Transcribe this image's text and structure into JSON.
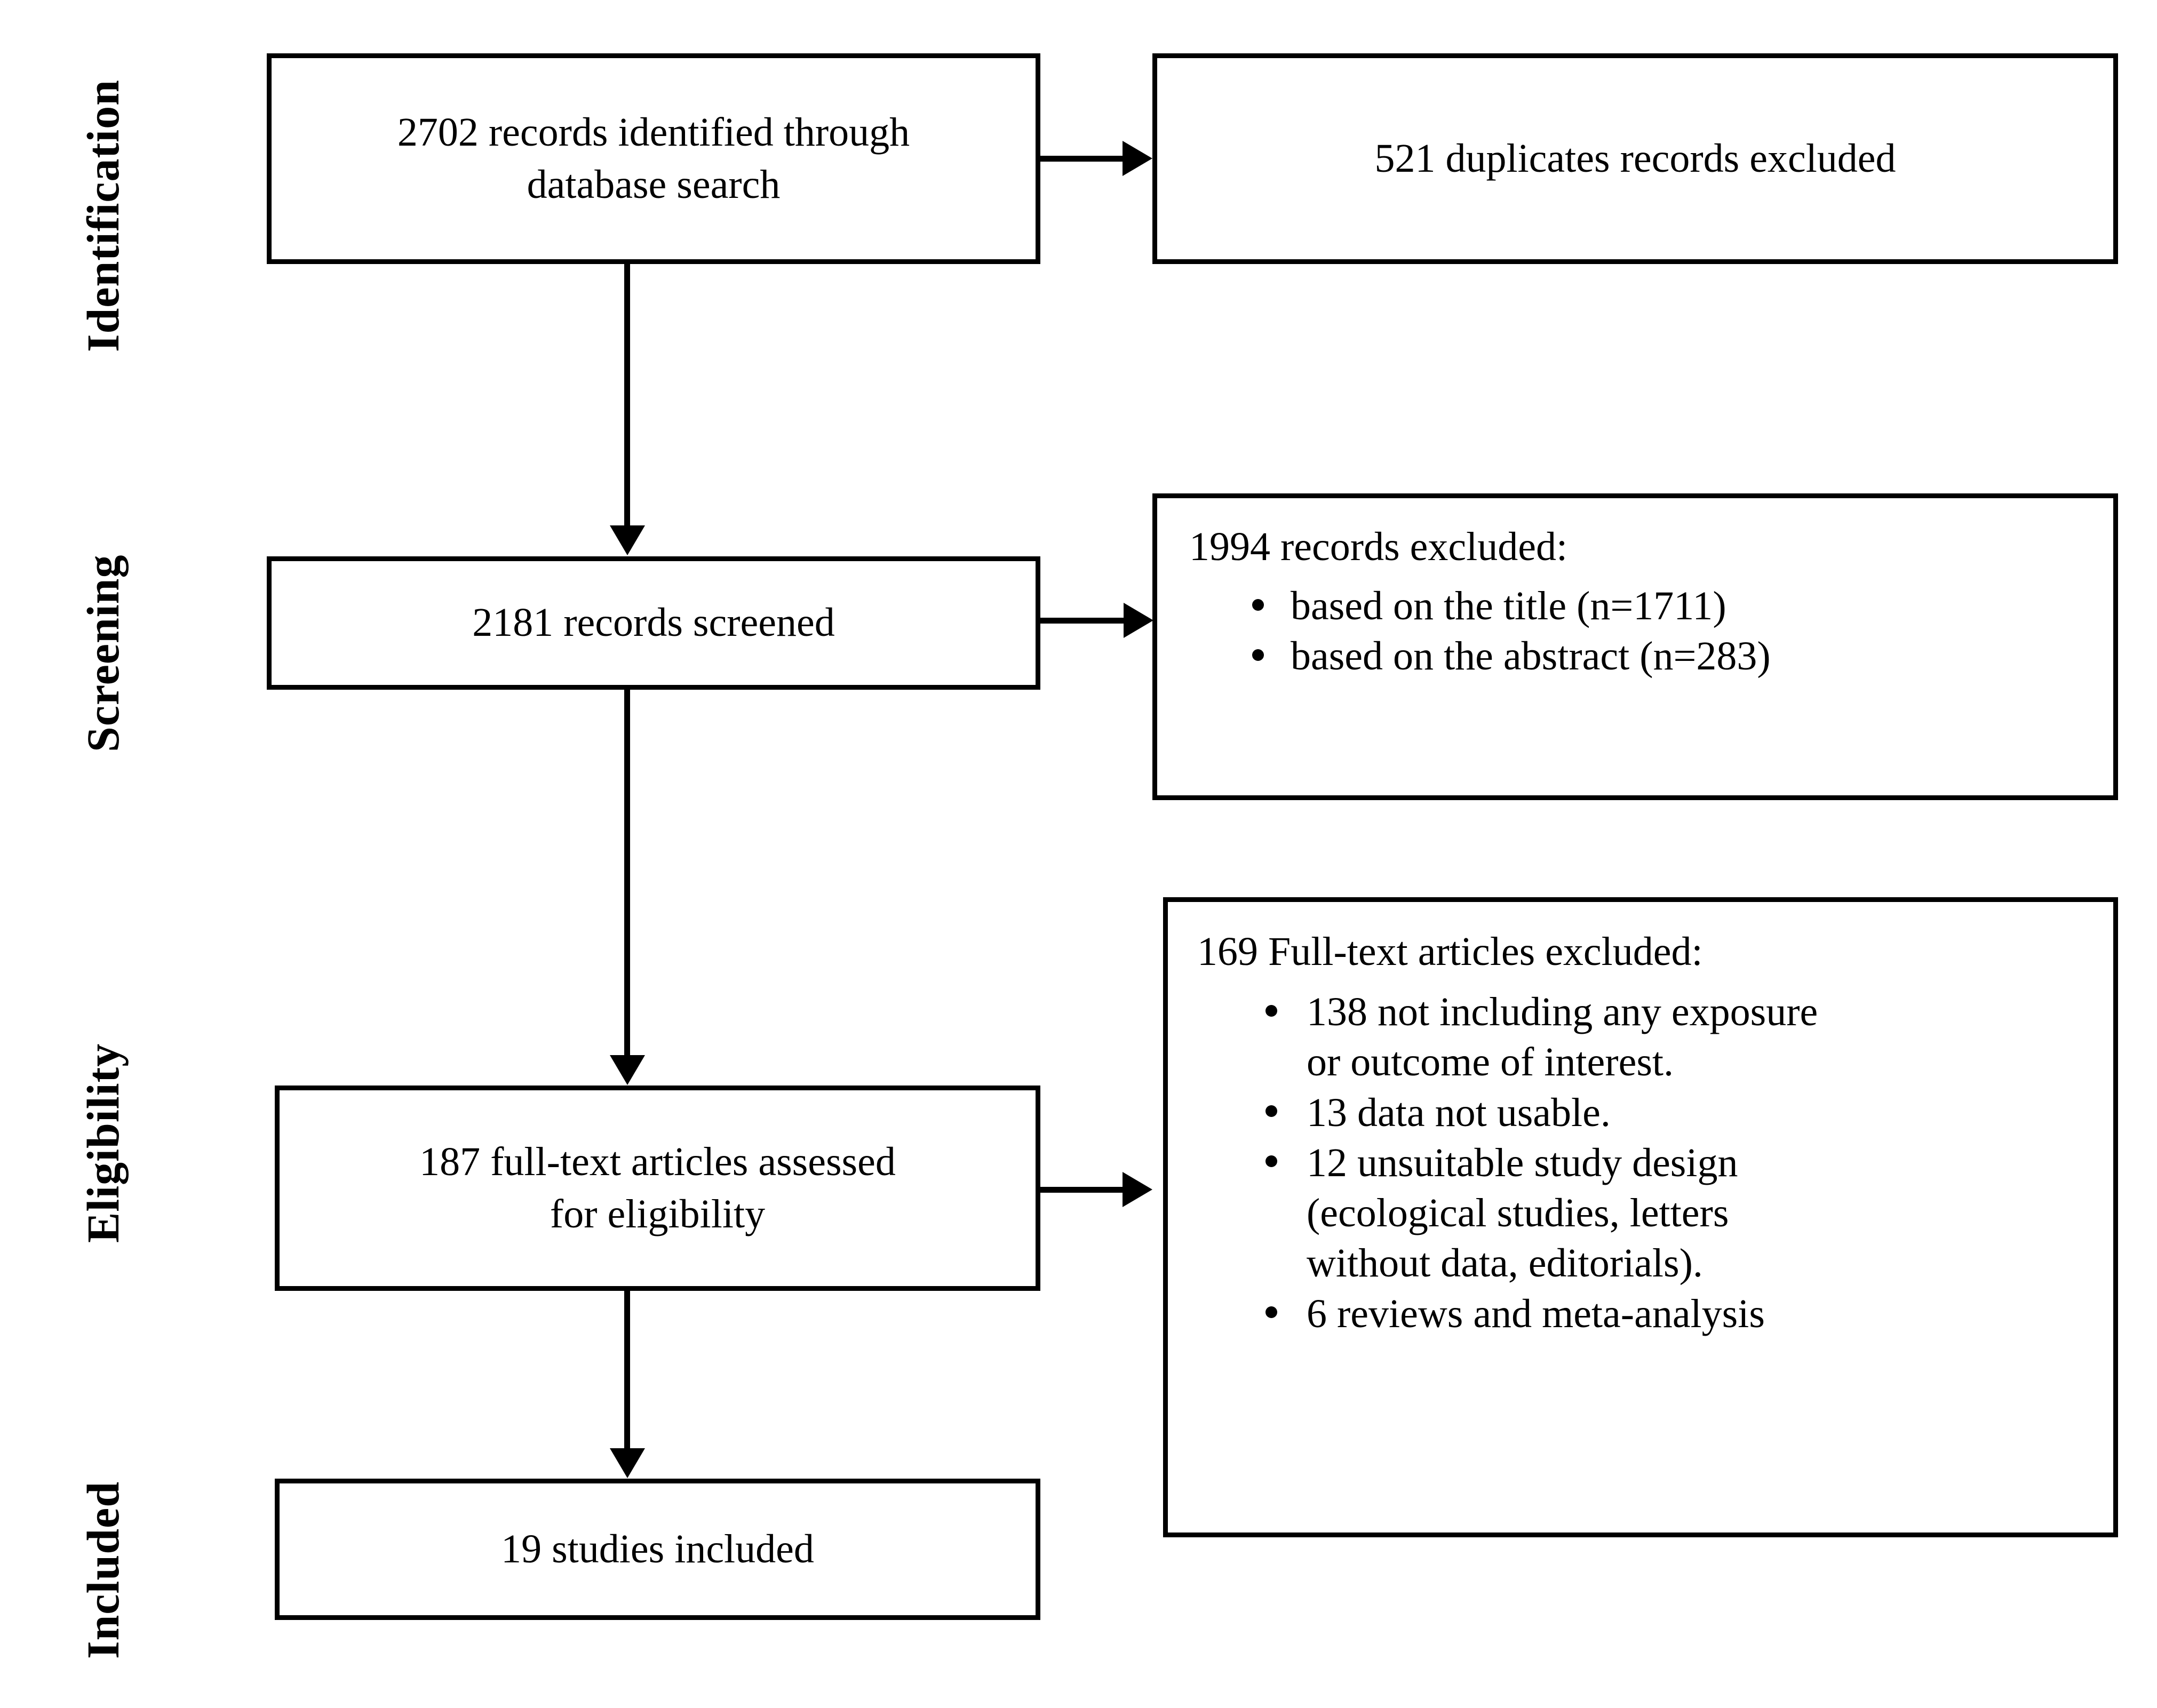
{
  "diagram": {
    "type": "prisma-flow-diagram",
    "stages": [
      {
        "id": "identification",
        "label": "Identification"
      },
      {
        "id": "screening",
        "label": "Screening"
      },
      {
        "id": "eligibility",
        "label": "Eligibility"
      },
      {
        "id": "included",
        "label": "Included"
      }
    ],
    "boxes": {
      "identified": {
        "text": "2702 records identified through\ndatabase search",
        "count": 2702
      },
      "duplicates_excluded": {
        "text": "521 duplicates records excluded",
        "count": 521
      },
      "screened": {
        "text": "2181 records screened",
        "count": 2181
      },
      "records_excluded": {
        "heading": "1994 records excluded:",
        "count": 1994,
        "items": [
          "based on the title (n=1711)",
          "based on the abstract (n=283)"
        ]
      },
      "fulltext_assessed": {
        "text": "187 full-text articles assessed\nfor eligibility",
        "count": 187
      },
      "fulltext_excluded": {
        "heading": "169 Full-text articles excluded:",
        "count": 169,
        "items": [
          "138 not including any exposure\nor outcome of interest.",
          "13 data not usable.",
          "12 unsuitable study design\n(ecological studies, letters\nwithout data, editorials).",
          "6 reviews and meta-analysis"
        ]
      },
      "studies_included": {
        "text": "19 studies included",
        "count": 19
      }
    },
    "colors": {
      "line": "#000000",
      "box_fill": "#ffffff",
      "text": "#000000"
    }
  }
}
